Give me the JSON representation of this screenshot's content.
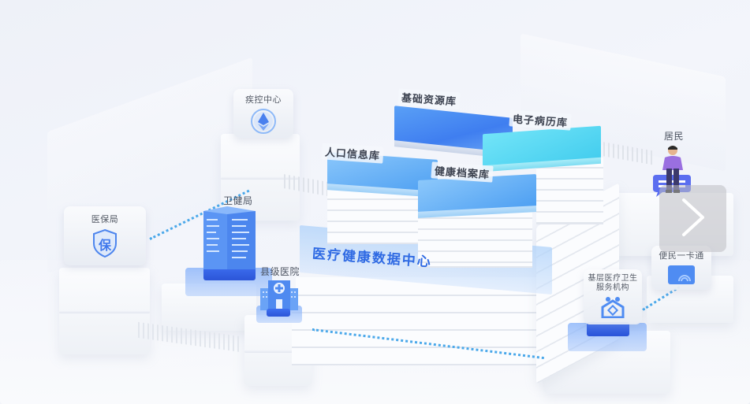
{
  "diagram": {
    "title": "医疗健康数据中心",
    "databases": [
      {
        "label": "基础资源库",
        "color": "#4a86f2"
      },
      {
        "label": "电子病历库",
        "color": "#52d6f2"
      },
      {
        "label": "人口信息库",
        "color": "#6db2f8"
      },
      {
        "label": "健康档案库",
        "color": "#5aa4f5"
      }
    ],
    "nodes": [
      {
        "id": "disease-control",
        "label": "疾控中心",
        "icon": "ethereum-diamond-icon"
      },
      {
        "id": "medical-insurance",
        "label": "医保局",
        "icon": "shield-bao-icon",
        "icon_text": "保"
      },
      {
        "id": "health-bureau",
        "label": "卫健局",
        "icon": "office-building-icon"
      },
      {
        "id": "county-hospital",
        "label": "县级医院",
        "icon": "hospital-icon"
      },
      {
        "id": "residents",
        "label": "居民",
        "icon": "person-sitting-icon"
      },
      {
        "id": "citizen-card",
        "label": "便民一卡通",
        "icon": "card-nfc-icon"
      },
      {
        "id": "primary-care",
        "label": "基层医疗卫生服务机构",
        "label_lines": [
          "基层医疗卫生",
          "服务机构"
        ],
        "icon": "community-house-icon"
      }
    ],
    "colors": {
      "accent": "#2f6ae3",
      "connector": "#4aa8ea",
      "background": "#eef1f8"
    }
  },
  "carousel": {
    "next_icon": "chevron-right-icon"
  }
}
